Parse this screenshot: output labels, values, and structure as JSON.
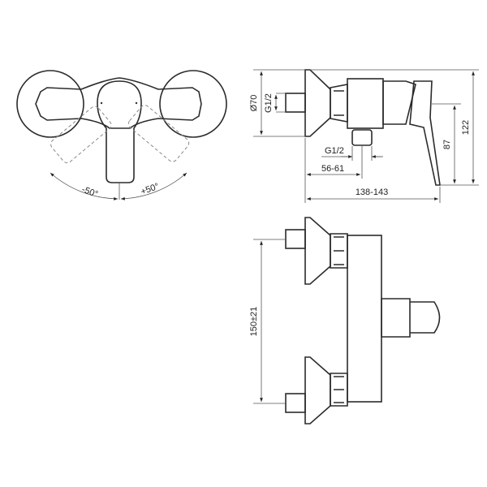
{
  "top_view": {
    "angle_left": "-50°",
    "angle_right": "+50°"
  },
  "side_view": {
    "dim_diameter": "Ø70",
    "dim_inlet_thread": "G1/2",
    "dim_outlet_thread": "G1/2",
    "dim_outlet_offset": "56-61",
    "dim_total_depth": "138-143",
    "dim_lever_height": "87",
    "dim_total_height": "122"
  },
  "front_view": {
    "dim_center_distance": "150±21"
  },
  "colors": {
    "line": "#2b2b2b",
    "dimension": "#555555"
  }
}
